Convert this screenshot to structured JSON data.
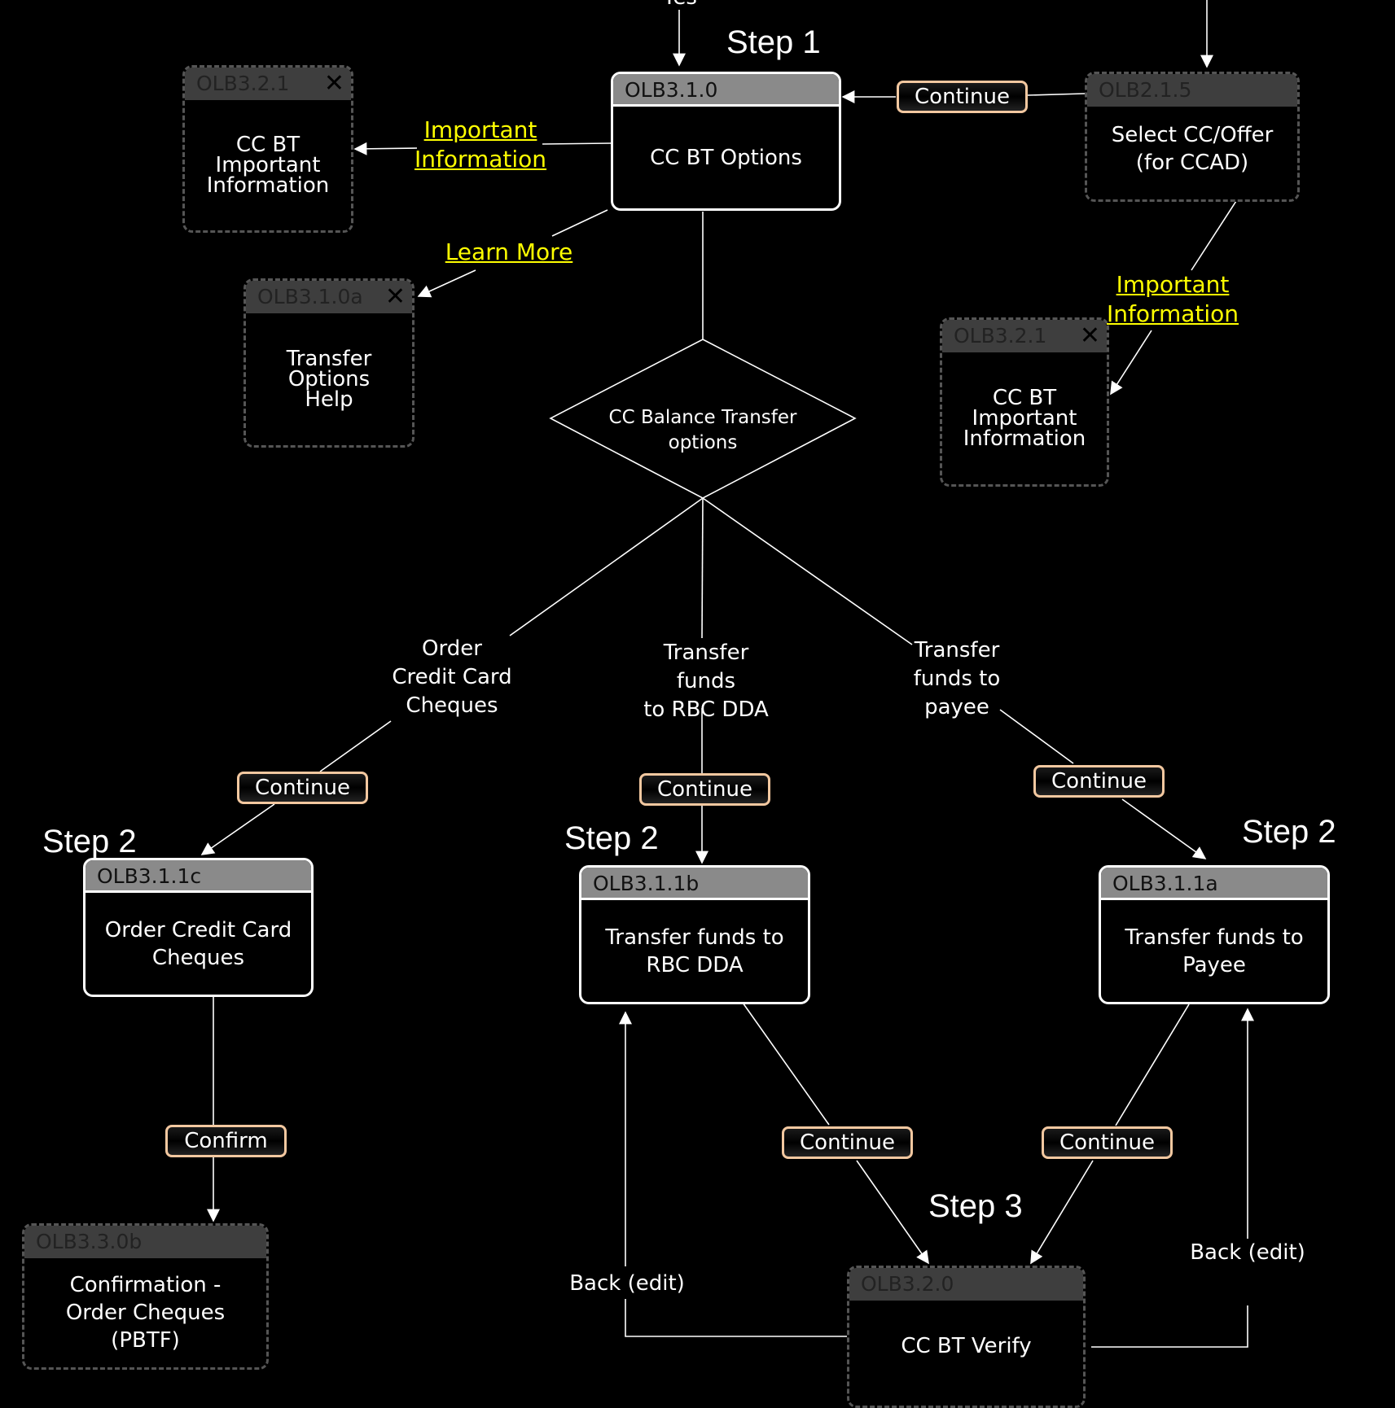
{
  "top_yes_label": "Yes",
  "steps": {
    "step1": "Step 1",
    "step2_left": "Step 2",
    "step2_mid": "Step 2",
    "step2_right": "Step 2",
    "step3": "Step 3"
  },
  "boxes": {
    "olb310": {
      "id": "OLB3.1.0",
      "title": "CC BT Options"
    },
    "olb321_left": {
      "id": "OLB3.2.1",
      "title": "CC BT\nImportant\nInformation"
    },
    "olb310a": {
      "id": "OLB3.1.0a",
      "title": "Transfer\nOptions\nHelp"
    },
    "olb215": {
      "id": "OLB2.1.5",
      "title": "Select CC/Offer\n(for CCAD)"
    },
    "olb321_right": {
      "id": "OLB3.2.1",
      "title": "CC BT\nImportant\nInformation"
    },
    "olb311c": {
      "id": "OLB3.1.1c",
      "title": "Order Credit Card\nCheques"
    },
    "olb311b": {
      "id": "OLB3.1.1b",
      "title": "Transfer funds to\nRBC DDA"
    },
    "olb311a": {
      "id": "OLB3.1.1a",
      "title": "Transfer funds to\nPayee"
    },
    "olb330b": {
      "id": "OLB3.3.0b",
      "title": "Confirmation -\nOrder Cheques\n(PBTF)"
    },
    "olb320": {
      "id": "OLB3.2.0",
      "title": "CC BT Verify"
    }
  },
  "close_glyph": "✕",
  "decision": {
    "text": "CC Balance Transfer\noptions"
  },
  "branches": {
    "left": "Order\nCredit Card\nCheques",
    "mid": "Transfer\nfunds\nto RBC DDA",
    "right": "Transfer\nfunds to\npayee"
  },
  "links": {
    "important_left": "Important\nInformation",
    "learn_more": "Learn More",
    "important_right": "Important\nInformation"
  },
  "buttons": {
    "continue_top": "Continue",
    "continue_left": "Continue",
    "continue_mid": "Continue",
    "continue_right": "Continue",
    "confirm": "Confirm",
    "continue_verify_left": "Continue",
    "continue_verify_right": "Continue"
  },
  "back_labels": {
    "left": "Back (edit)",
    "right": "Back (edit)"
  }
}
